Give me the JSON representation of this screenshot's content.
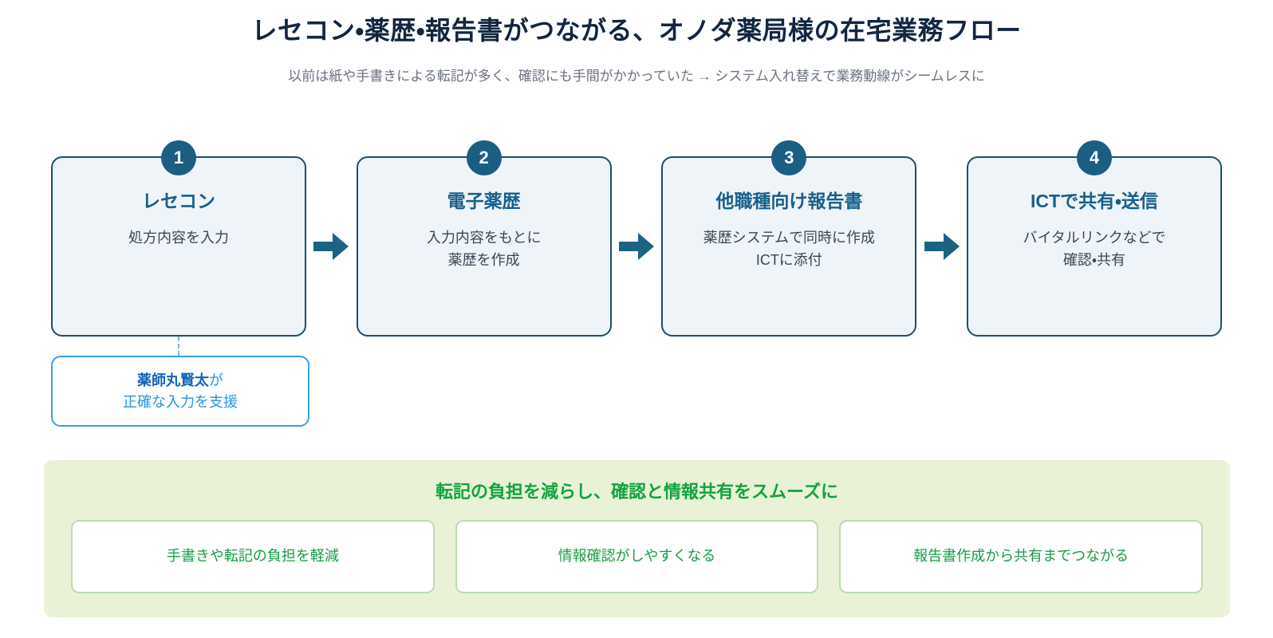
{
  "header": {
    "title": "レセコン・薬歴・報告書がつながる、オノダ薬局様の在宅業務フロー",
    "subtitle": "以前は紙や手書きによる転記が多く、確認にも手間がかかっていた → システム入れ替えで業務動線がシームレスに"
  },
  "flow": {
    "steps": [
      {
        "badge": "1",
        "title": "レセコン",
        "body_line1": "処方内容を入力",
        "body_line2": ""
      },
      {
        "badge": "2",
        "title": "電子薬歴",
        "body_line1": "入力内容をもとに",
        "body_line2": "薬歴を作成"
      },
      {
        "badge": "3",
        "title": "他職種向け報告書",
        "body_line1": "薬歴システムで同時に作成",
        "body_line2": "ICTに添付"
      },
      {
        "badge": "4",
        "title": "ICTで共有・送信",
        "body_line1": "バイタルリンクなどで",
        "body_line2": "確認・共有"
      }
    ],
    "connector_icon": "right-arrow-icon",
    "note": {
      "name": "薬師丸賢太",
      "suffix": "が",
      "line2": "正確な入力を支援"
    }
  },
  "outcome": {
    "title": "転記の負担を減らし、確認と情報共有をスムーズに",
    "chips": [
      "手書きや転記の負担を軽減",
      "情報確認がしやすくなる",
      "報告書作成から共有までつながる"
    ]
  },
  "colors": {
    "title_navy": "#12263f",
    "subtitle_gray": "#6b7280",
    "card_border": "#1c4f6b",
    "card_fill": "#eff4f9",
    "badge_fill": "#1b5e82",
    "step_title": "#17608c",
    "arrow": "#1b6383",
    "note_border": "#3b9fe0",
    "note_name": "#1565b5",
    "note_text": "#2b93e0",
    "outcome_bg": "#e9f2d7",
    "outcome_title": "#12a33f",
    "chip_border": "#bcdcb2",
    "chip_text": "#179c45"
  }
}
